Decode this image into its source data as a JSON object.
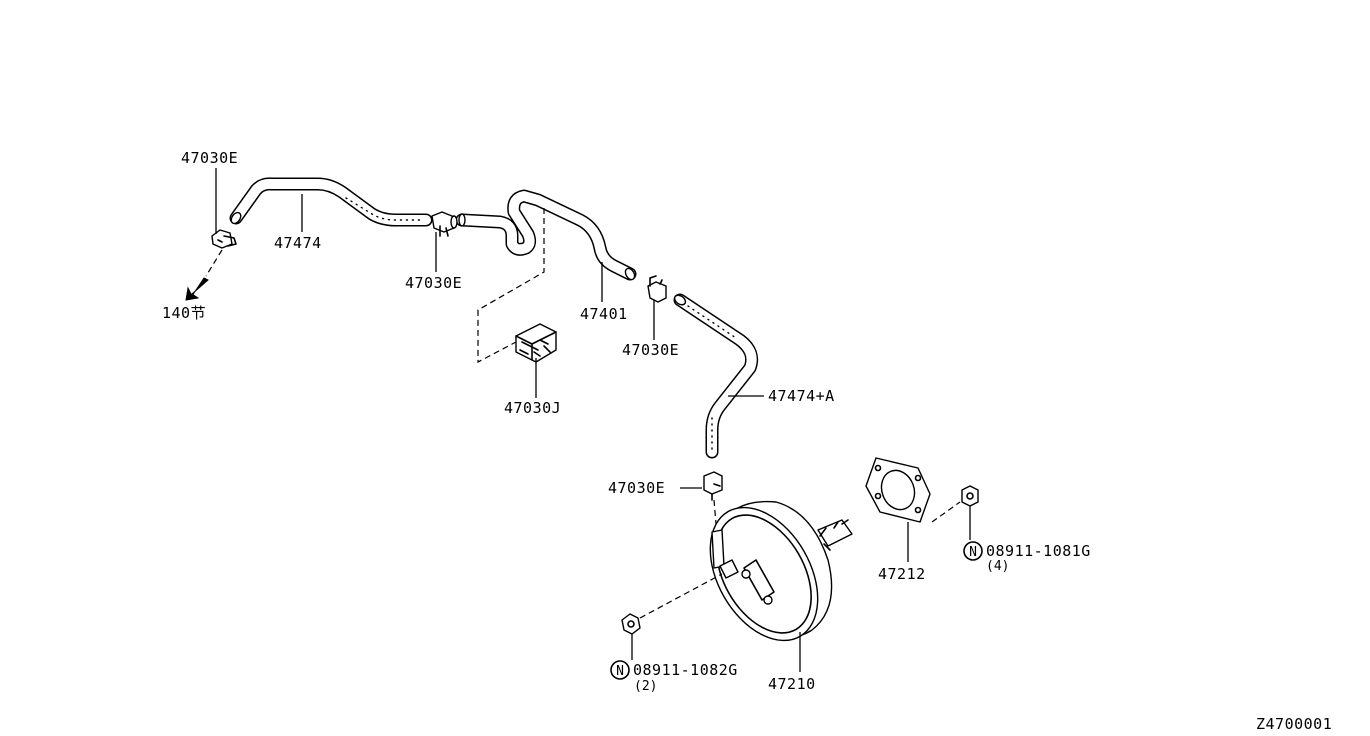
{
  "diagram": {
    "labels": {
      "clip_top_left": "47030E",
      "hose_upper": "47474",
      "clip_mid": "47030E",
      "hose_mid": "47401",
      "clip_right": "47030E",
      "bracket": "47030J",
      "hose_lower": "47474+A",
      "clip_booster": "47030E",
      "gasket": "47212",
      "nut_right": "08911-1081G",
      "nut_right_qty": "(4)",
      "nut_left": "08911-1082G",
      "nut_left_qty": "(2)",
      "booster": "47210",
      "section_ref": "140节",
      "diagram_code": "Z4700001"
    },
    "nut_symbol": "N"
  }
}
